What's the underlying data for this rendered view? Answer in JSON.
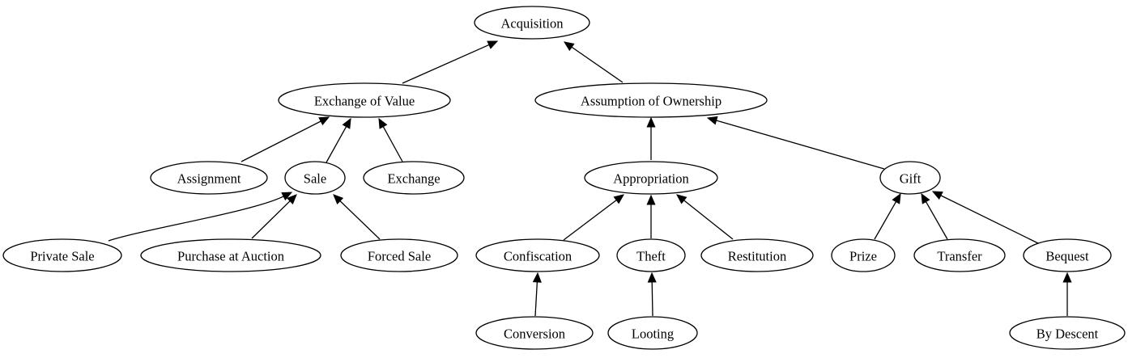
{
  "nodes": {
    "acquisition": "Acquisition",
    "exchange_of_value": "Exchange of Value",
    "assumption_of_ownership": "Assumption of Ownership",
    "assignment": "Assignment",
    "sale": "Sale",
    "exchange": "Exchange",
    "appropriation": "Appropriation",
    "gift": "Gift",
    "private_sale": "Private Sale",
    "purchase_at_auction": "Purchase at Auction",
    "forced_sale": "Forced Sale",
    "confiscation": "Confiscation",
    "theft": "Theft",
    "restitution": "Restitution",
    "prize": "Prize",
    "transfer": "Transfer",
    "bequest": "Bequest",
    "conversion": "Conversion",
    "looting": "Looting",
    "by_descent": "By Descent"
  },
  "edges": [
    {
      "from": "exchange_of_value",
      "to": "acquisition"
    },
    {
      "from": "assumption_of_ownership",
      "to": "acquisition"
    },
    {
      "from": "assignment",
      "to": "exchange_of_value"
    },
    {
      "from": "sale",
      "to": "exchange_of_value"
    },
    {
      "from": "exchange",
      "to": "exchange_of_value"
    },
    {
      "from": "appropriation",
      "to": "assumption_of_ownership"
    },
    {
      "from": "gift",
      "to": "assumption_of_ownership"
    },
    {
      "from": "private_sale",
      "to": "sale"
    },
    {
      "from": "purchase_at_auction",
      "to": "sale"
    },
    {
      "from": "forced_sale",
      "to": "sale"
    },
    {
      "from": "confiscation",
      "to": "appropriation"
    },
    {
      "from": "theft",
      "to": "appropriation"
    },
    {
      "from": "restitution",
      "to": "appropriation"
    },
    {
      "from": "prize",
      "to": "gift"
    },
    {
      "from": "transfer",
      "to": "gift"
    },
    {
      "from": "bequest",
      "to": "gift"
    },
    {
      "from": "conversion",
      "to": "confiscation"
    },
    {
      "from": "looting",
      "to": "theft"
    },
    {
      "from": "by_descent",
      "to": "bequest"
    }
  ]
}
